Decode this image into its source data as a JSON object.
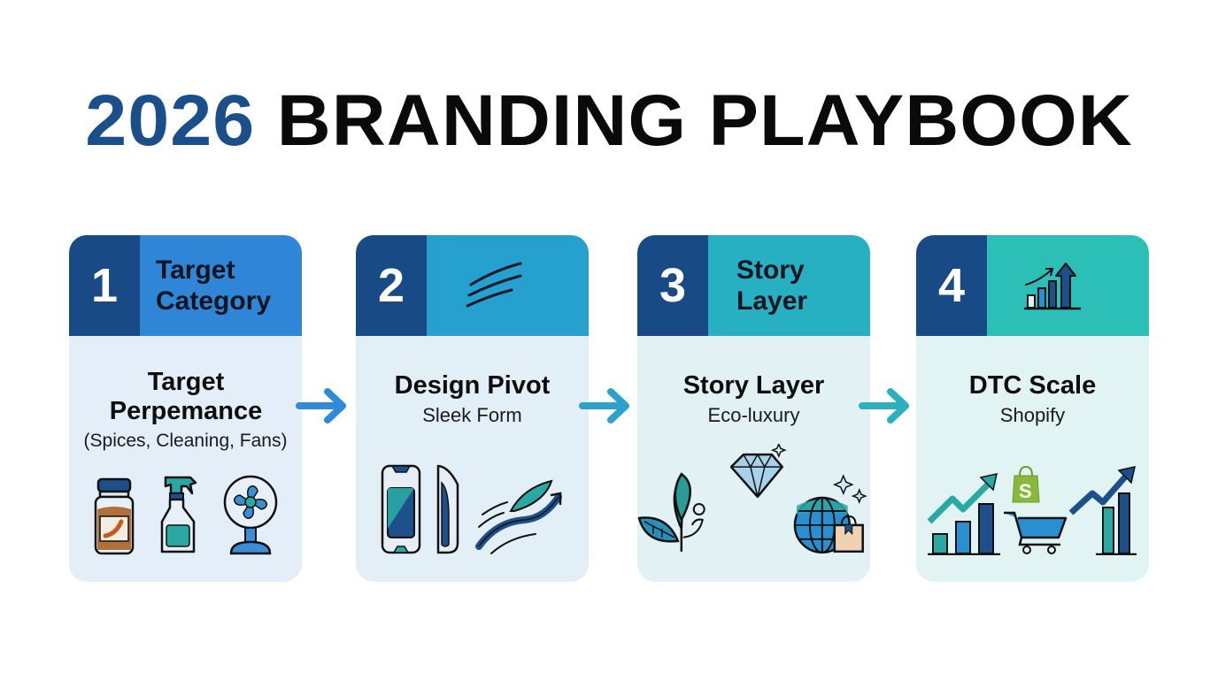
{
  "title": {
    "year": "2026",
    "rest": " BRANDING PLAYBOOK",
    "year_color": "#1a4f8b"
  },
  "colors": {
    "number_block": "#184a86",
    "card1_header": "#2f86d6",
    "card2_header": "#26a0cf",
    "card3_header": "#27b0c2",
    "card4_header": "#2cbfb8",
    "card1_body": "#e3eef8",
    "card2_body": "#e2eff7",
    "card3_body": "#e1f1f4",
    "card4_body": "#e2f3f3",
    "arrow1": "#3389d9",
    "arrow2": "#2aa2cc",
    "arrow3": "#2bb1bd"
  },
  "steps": [
    {
      "number": "1",
      "header_title": "Target Category",
      "header_icon": null,
      "body_title": "Target Perpemance",
      "body_subtitle": "(Spices, Cleaning, Fans)",
      "icons": [
        "spice-jar-icon",
        "spray-bottle-icon",
        "desk-fan-icon"
      ]
    },
    {
      "number": "2",
      "header_title": "",
      "header_icon": "wind-waves-icon",
      "body_title": "Design Pivot",
      "body_subtitle": "Sleek Form",
      "icons": [
        "sleek-device-icon",
        "slim-bottle-icon",
        "aerodynamic-swoosh-icon"
      ]
    },
    {
      "number": "3",
      "header_title": "Story Layer",
      "header_icon": null,
      "body_title": "Story Layer",
      "body_subtitle": "Eco-luxury",
      "icons": [
        "leaf-plant-icon",
        "diamond-icon",
        "globe-shopping-bag-icon"
      ]
    },
    {
      "number": "4",
      "header_title": "",
      "header_icon": "growth-chart-icon",
      "body_title": "DTC Scale",
      "body_subtitle": "Shopify",
      "icons": [
        "rising-bar-chart-icon",
        "shopify-bag-icon",
        "shopping-cart-icon",
        "growth-bars-icon"
      ]
    }
  ],
  "arrows": [
    "arrow-right-icon",
    "arrow-right-icon",
    "arrow-right-icon"
  ]
}
